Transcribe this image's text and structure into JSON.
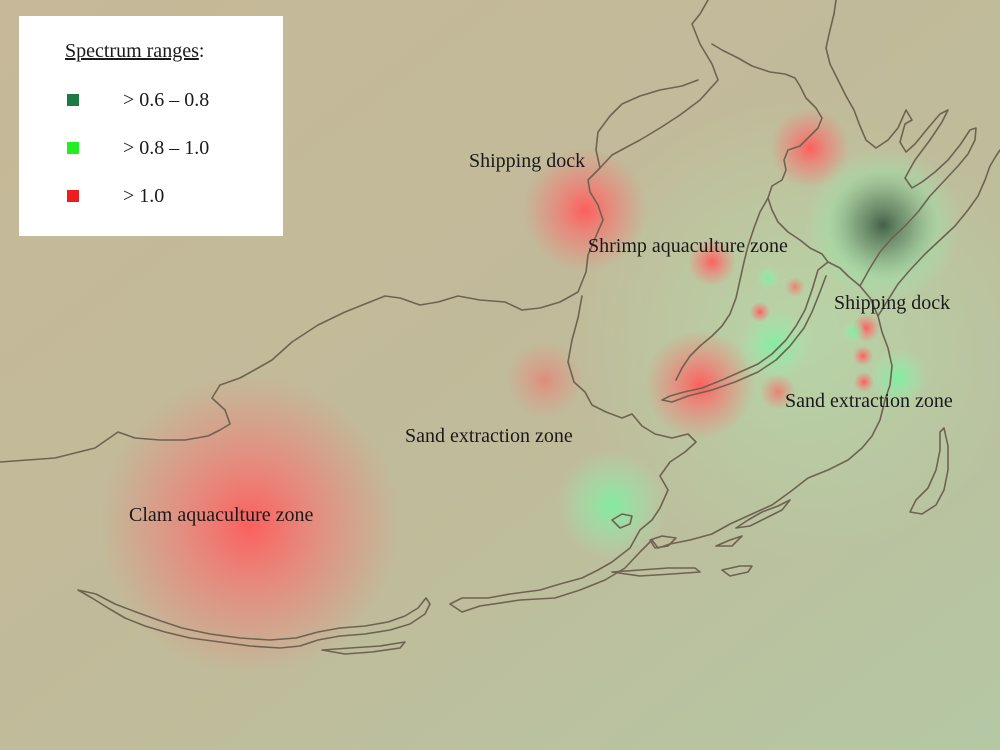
{
  "legend": {
    "title": "Spectrum ranges",
    "items": [
      {
        "label": "> 0.6 – 0.8",
        "color": "#1b7a45"
      },
      {
        "label": "> 0.8 – 1.0",
        "color": "#22ee22"
      },
      {
        "label": "> 1.0",
        "color": "#ee1c1c"
      }
    ]
  },
  "labels": {
    "shipping_dock_1": "Shipping dock",
    "shrimp_zone": "Shrimp aquaculture zone",
    "shipping_dock_2": "Shipping dock",
    "sand_zone_1": "Sand extraction zone",
    "sand_zone_2": "Sand extraction zone",
    "clam_zone": "Clam aquaculture zone"
  },
  "colors": {
    "background_warm": "#c8b896",
    "background_cool": "#b8cca6",
    "coastline": "#6e6350",
    "hotspot_red": "#ff5a5a",
    "hotspot_green": "#7cf0a0",
    "hotspot_dark_green": "#4a6a4a"
  }
}
